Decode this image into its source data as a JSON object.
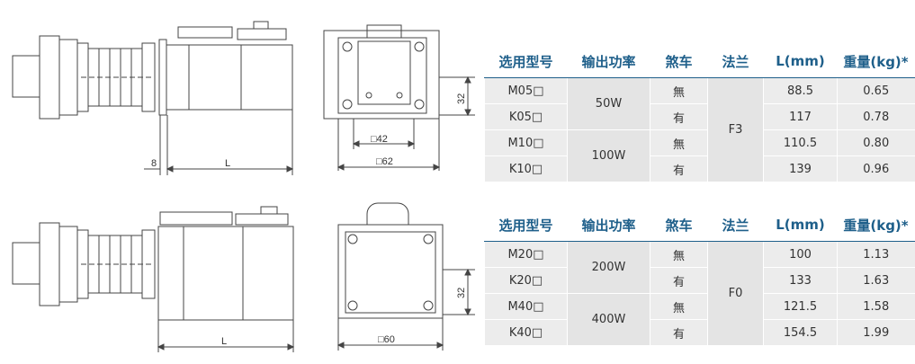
{
  "dimensions": {
    "top": {
      "flange_offset": "8",
      "length": "L",
      "side_height": "32",
      "inner_square": "□42",
      "outer_square": "□62"
    },
    "bottom": {
      "length": "L",
      "side_height": "32",
      "square": "□60"
    }
  },
  "table_headers": [
    "选用型号",
    "输出功率",
    "煞车",
    "法兰",
    "L(mm)",
    "重量(kg)*"
  ],
  "tables": [
    {
      "rows": [
        {
          "model": "M05□",
          "power": "50W",
          "brake": "無",
          "flange": "F3",
          "length": "88.5",
          "weight": "0.65"
        },
        {
          "model": "K05□",
          "power": "",
          "brake": "有",
          "flange": "",
          "length": "117",
          "weight": "0.78"
        },
        {
          "model": "M10□",
          "power": "100W",
          "brake": "無",
          "flange": "",
          "length": "110.5",
          "weight": "0.80"
        },
        {
          "model": "K10□",
          "power": "",
          "brake": "有",
          "flange": "",
          "length": "139",
          "weight": "0.96"
        }
      ]
    },
    {
      "rows": [
        {
          "model": "M20□",
          "power": "200W",
          "brake": "無",
          "flange": "F0",
          "length": "100",
          "weight": "1.13"
        },
        {
          "model": "K20□",
          "power": "",
          "brake": "有",
          "flange": "",
          "length": "133",
          "weight": "1.63"
        },
        {
          "model": "M40□",
          "power": "400W",
          "brake": "無",
          "flange": "",
          "length": "121.5",
          "weight": "1.58"
        },
        {
          "model": "K40□",
          "power": "",
          "brake": "有",
          "flange": "",
          "length": "154.5",
          "weight": "1.99"
        }
      ]
    }
  ]
}
